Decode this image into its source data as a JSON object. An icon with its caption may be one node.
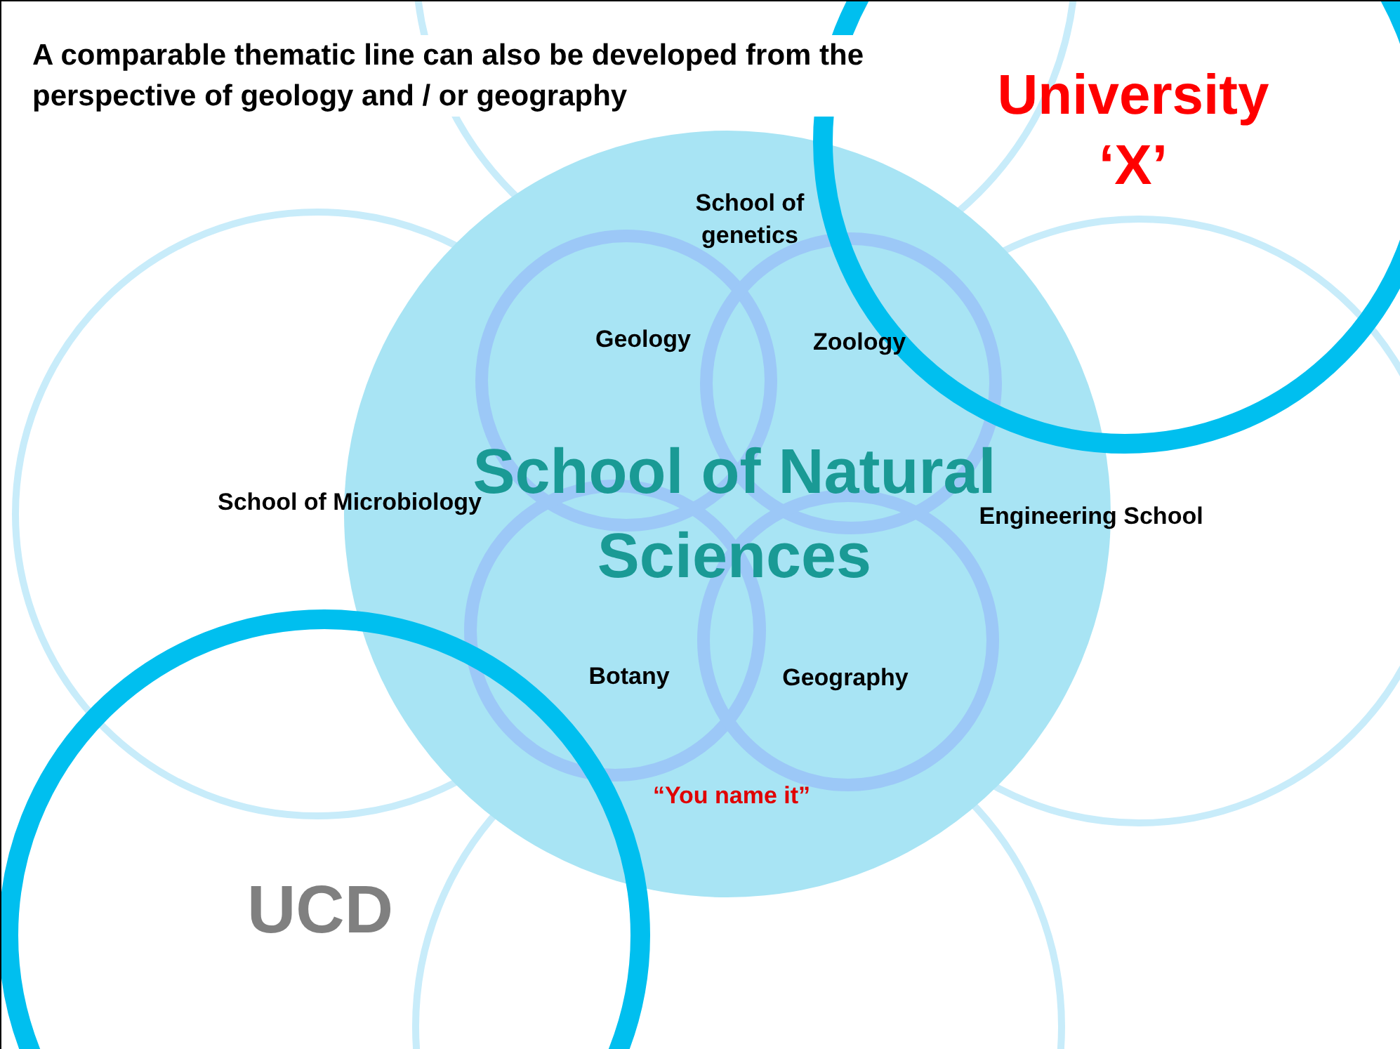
{
  "diagram": {
    "title": "A comparable thematic line can also be developed from the perspective of geology and / or geography",
    "nodes": [
      {
        "text": [
          "University ‘X’"
        ]
      },
      {
        "text": [
          "UCD"
        ]
      },
      {
        "text": [
          "School of genetics"
        ]
      },
      {
        "text": [
          "School of Microbiology"
        ]
      },
      {
        "text": [
          "Engineering School"
        ]
      },
      {
        "text": [
          "“You name it”"
        ]
      },
      {
        "text": [
          "School of Natural Sciences"
        ]
      },
      {
        "text": [
          "Geology"
        ],
        "in": 6
      },
      {
        "text": [
          "Zoology"
        ],
        "in": 6
      },
      {
        "text": [
          "Botany"
        ],
        "in": 6
      },
      {
        "text": [
          "Geography"
        ],
        "in": 6
      }
    ]
  }
}
